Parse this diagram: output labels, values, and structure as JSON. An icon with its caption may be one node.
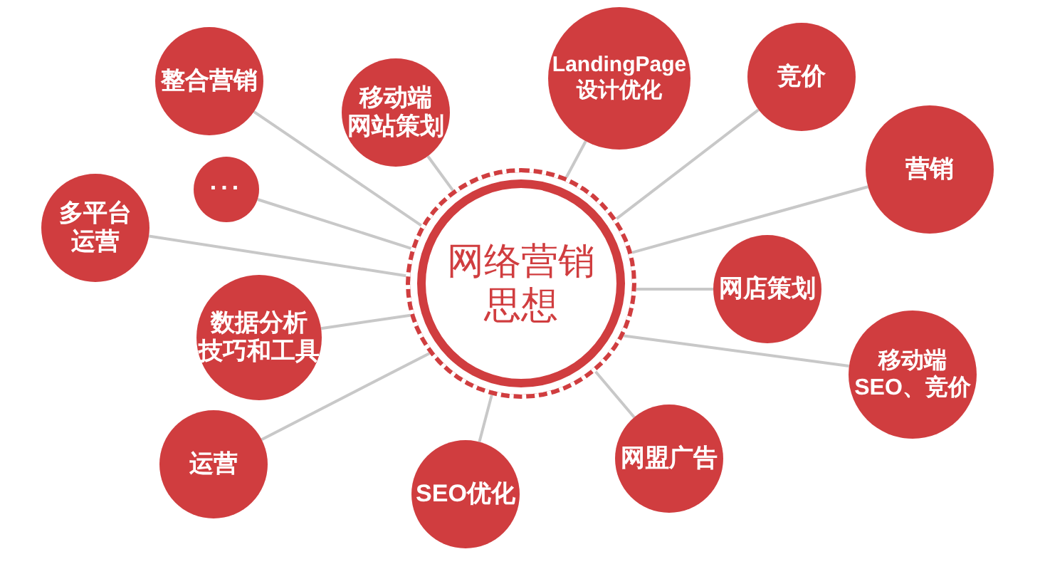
{
  "diagram": {
    "nodes": [
      {
        "text": [
          "网络营销思想"
        ]
      },
      {
        "text": [
          "整合营销"
        ]
      },
      {
        "text": [
          "移动端网站策划"
        ]
      },
      {
        "text": [
          "LandingPage设计优化"
        ]
      },
      {
        "text": [
          "竞价"
        ]
      },
      {
        "text": [
          "营销"
        ]
      },
      {
        "text": [
          "..."
        ]
      },
      {
        "text": [
          "多平台运营"
        ]
      },
      {
        "text": [
          "网店策划"
        ]
      },
      {
        "text": [
          "数据分析技巧和工具"
        ]
      },
      {
        "text": [
          "移动端SEO、竞价"
        ]
      },
      {
        "text": [
          "运营"
        ]
      },
      {
        "text": [
          "网盟广告"
        ]
      },
      {
        "text": [
          "SEO优化"
        ]
      }
    ],
    "edges": [
      {
        "from": 0,
        "to": 1,
        "arrow": "none"
      },
      {
        "from": 0,
        "to": 2,
        "arrow": "none"
      },
      {
        "from": 0,
        "to": 3,
        "arrow": "none"
      },
      {
        "from": 0,
        "to": 4,
        "arrow": "none"
      },
      {
        "from": 0,
        "to": 5,
        "arrow": "none"
      },
      {
        "from": 0,
        "to": 6,
        "arrow": "none"
      },
      {
        "from": 0,
        "to": 7,
        "arrow": "none"
      },
      {
        "from": 0,
        "to": 8,
        "arrow": "none"
      },
      {
        "from": 0,
        "to": 9,
        "arrow": "none"
      },
      {
        "from": 0,
        "to": 10,
        "arrow": "none"
      },
      {
        "from": 0,
        "to": 11,
        "arrow": "none"
      },
      {
        "from": 0,
        "to": 12,
        "arrow": "none"
      },
      {
        "from": 0,
        "to": 13,
        "arrow": "none"
      }
    ]
  }
}
